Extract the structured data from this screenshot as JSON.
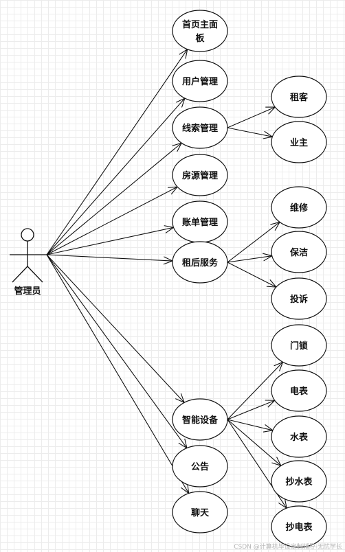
{
  "actor": {
    "label": "管理员"
  },
  "use_cases": [
    {
      "id": "uc-home",
      "lines": [
        "首页主面",
        "板"
      ]
    },
    {
      "id": "uc-users",
      "lines": [
        "用户管理"
      ]
    },
    {
      "id": "uc-leads",
      "lines": [
        "线索管理"
      ]
    },
    {
      "id": "uc-housing",
      "lines": [
        "房源管理"
      ]
    },
    {
      "id": "uc-bills",
      "lines": [
        "账单管理"
      ]
    },
    {
      "id": "uc-after-rent",
      "lines": [
        "租后服务"
      ]
    },
    {
      "id": "uc-devices",
      "lines": [
        "智能设备"
      ]
    },
    {
      "id": "uc-notice",
      "lines": [
        "公告"
      ]
    },
    {
      "id": "uc-chat",
      "lines": [
        "聊天"
      ]
    },
    {
      "id": "uc-tenant",
      "lines": [
        "租客"
      ]
    },
    {
      "id": "uc-owner",
      "lines": [
        "业主"
      ]
    },
    {
      "id": "uc-repair",
      "lines": [
        "维修"
      ]
    },
    {
      "id": "uc-cleaning",
      "lines": [
        "保洁"
      ]
    },
    {
      "id": "uc-complaint",
      "lines": [
        "投诉"
      ]
    },
    {
      "id": "uc-door-lock",
      "lines": [
        "门锁"
      ]
    },
    {
      "id": "uc-electric-meter",
      "lines": [
        "电表"
      ]
    },
    {
      "id": "uc-water-meter",
      "lines": [
        "水表"
      ]
    },
    {
      "id": "uc-read-water",
      "lines": [
        "抄水表"
      ]
    },
    {
      "id": "uc-read-electric",
      "lines": [
        "抄电表"
      ]
    }
  ],
  "associations": [
    {
      "from": "actor",
      "to": "uc-home"
    },
    {
      "from": "actor",
      "to": "uc-users"
    },
    {
      "from": "actor",
      "to": "uc-leads"
    },
    {
      "from": "actor",
      "to": "uc-housing"
    },
    {
      "from": "actor",
      "to": "uc-bills"
    },
    {
      "from": "actor",
      "to": "uc-after-rent"
    },
    {
      "from": "actor",
      "to": "uc-devices"
    },
    {
      "from": "actor",
      "to": "uc-notice"
    },
    {
      "from": "actor",
      "to": "uc-chat"
    },
    {
      "from": "uc-leads",
      "to": "uc-tenant"
    },
    {
      "from": "uc-leads",
      "to": "uc-owner"
    },
    {
      "from": "uc-after-rent",
      "to": "uc-repair"
    },
    {
      "from": "uc-after-rent",
      "to": "uc-cleaning"
    },
    {
      "from": "uc-after-rent",
      "to": "uc-complaint"
    },
    {
      "from": "uc-devices",
      "to": "uc-door-lock"
    },
    {
      "from": "uc-devices",
      "to": "uc-electric-meter"
    },
    {
      "from": "uc-devices",
      "to": "uc-water-meter"
    },
    {
      "from": "uc-devices",
      "to": "uc-read-water"
    },
    {
      "from": "uc-devices",
      "to": "uc-read-electric"
    }
  ],
  "watermark": "CSDN @计算机毕设定制辅导-无忧学长"
}
